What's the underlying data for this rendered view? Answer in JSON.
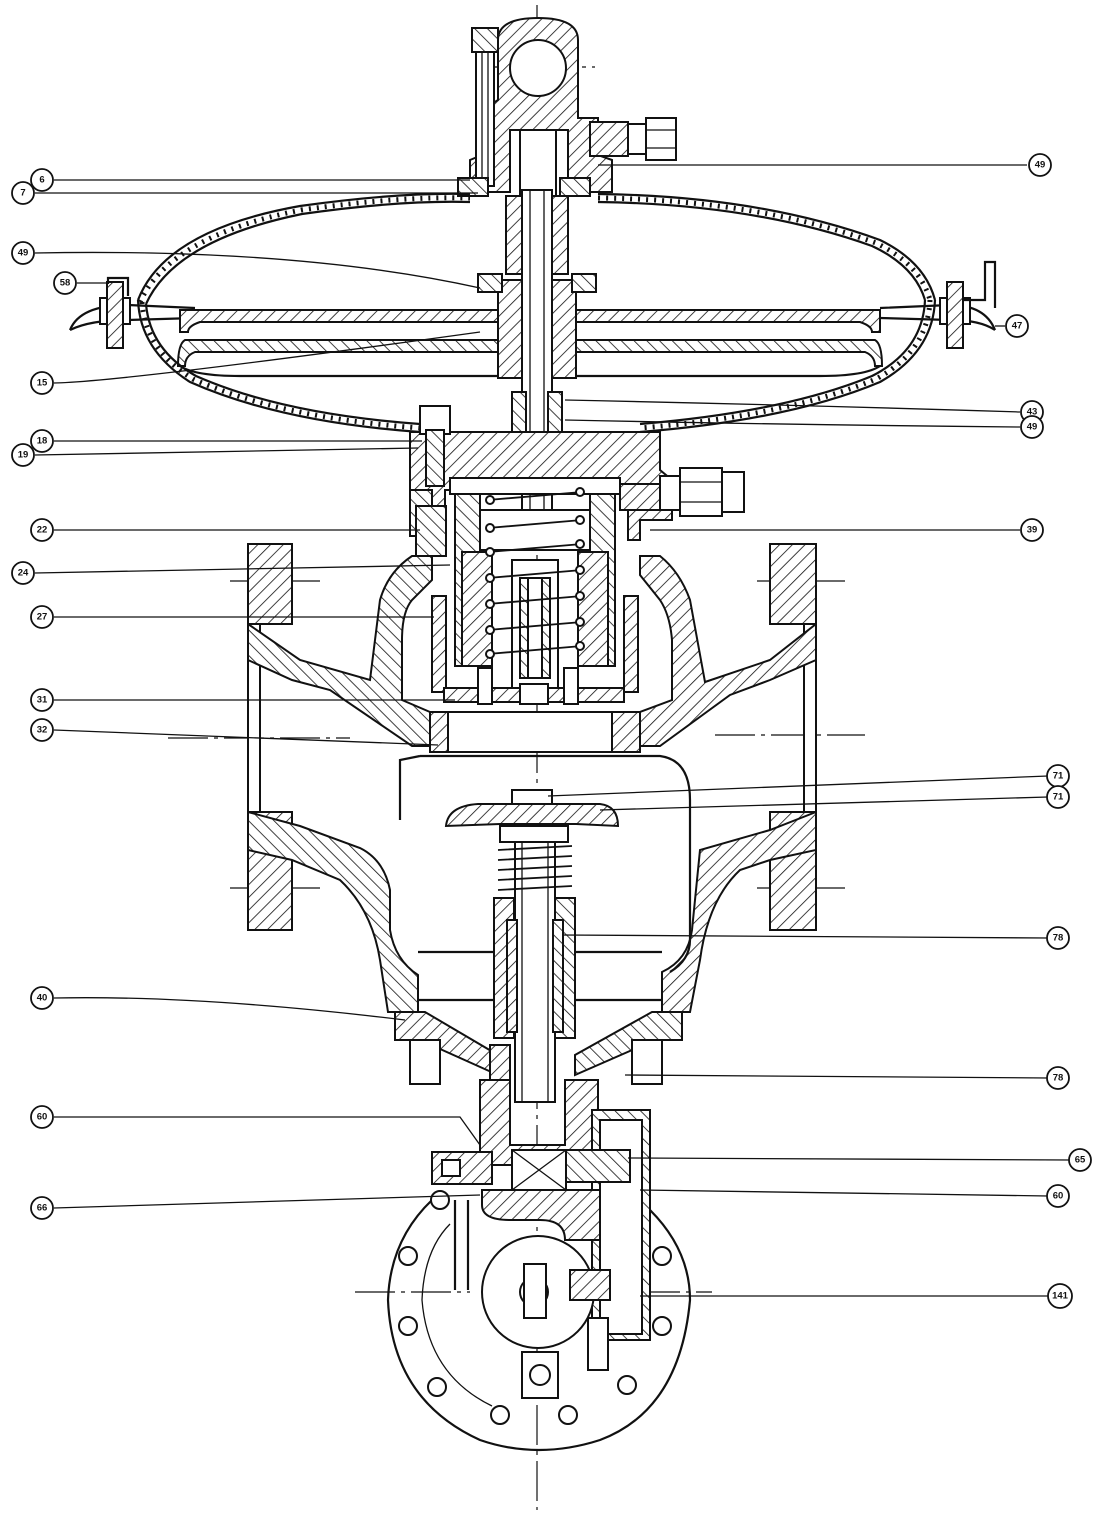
{
  "callouts": {
    "c6": "6",
    "c7": "7",
    "c49a": "49",
    "c49b": "49",
    "c58": "58",
    "c15": "15",
    "c47": "47",
    "c43": "43",
    "c49c": "49",
    "c18": "18",
    "c19": "19",
    "c22": "22",
    "c39": "39",
    "c24": "24",
    "c27": "27",
    "c31": "31",
    "c32": "32",
    "c71a": "71",
    "c71b": "71",
    "c78a": "78",
    "c40": "40",
    "c78b": "78",
    "c60a": "60",
    "c65": "65",
    "c66": "66",
    "c60b": "60",
    "c141": "141"
  }
}
